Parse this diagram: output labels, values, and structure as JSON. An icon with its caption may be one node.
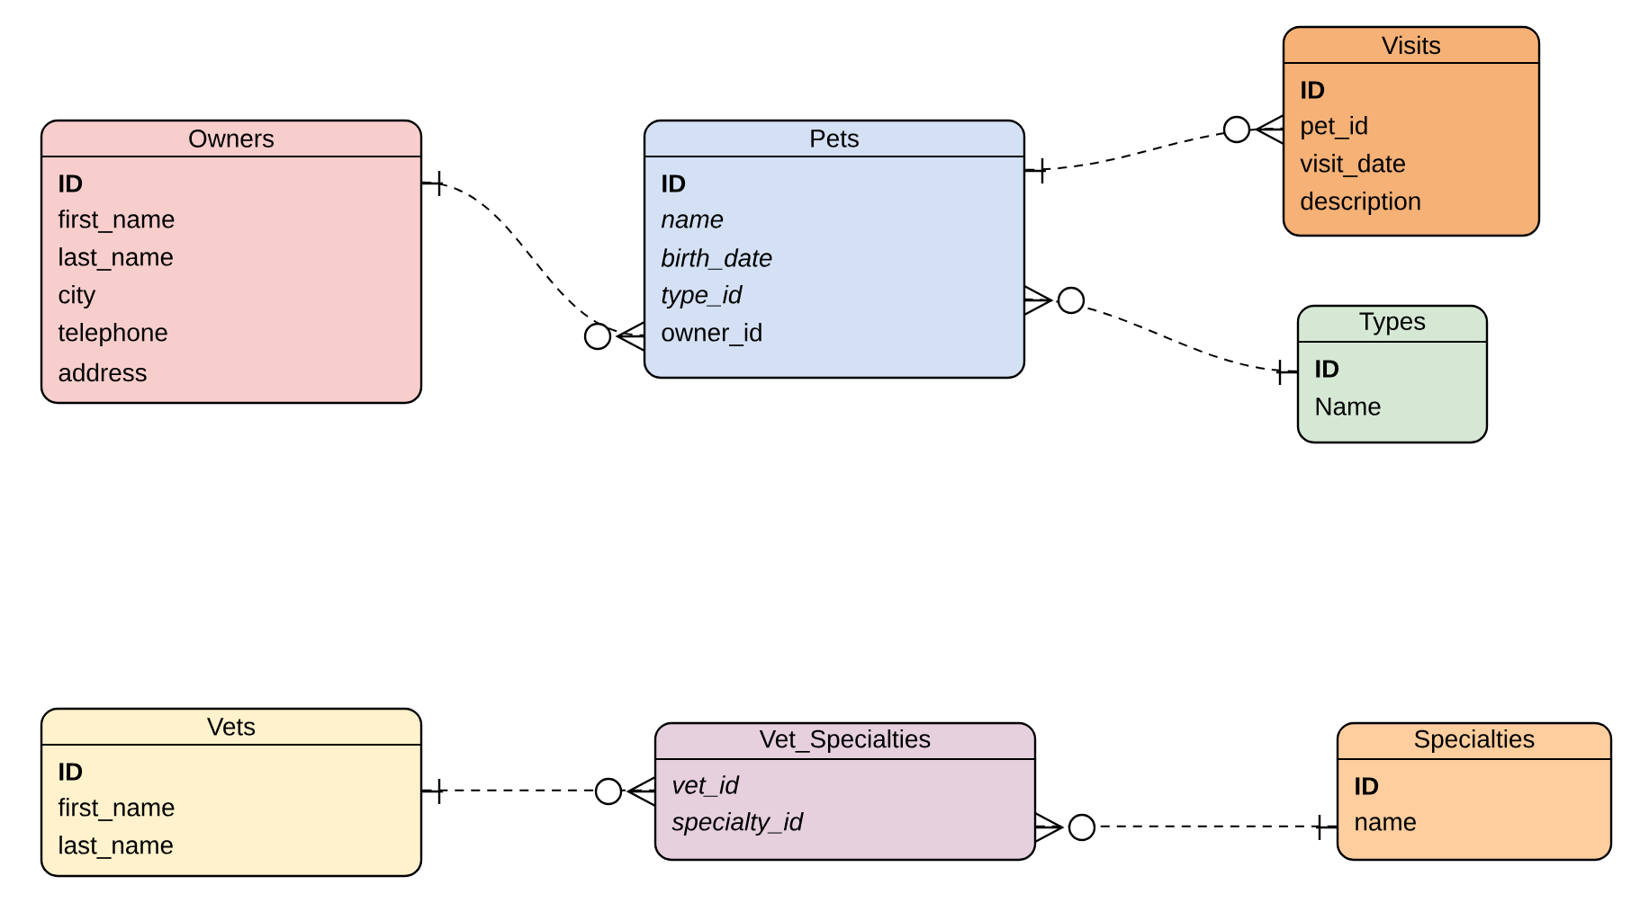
{
  "diagram": {
    "nodes": [
      {
        "text": [
          "Owners",
          "**ID**",
          "first_name",
          "last_name",
          "city",
          "telephone",
          "address"
        ]
      },
      {
        "text": [
          "Pets",
          "**ID**",
          "*name*",
          "*birth_date*",
          "*type_id*",
          "owner_id"
        ]
      },
      {
        "text": [
          "Visits",
          "**ID**",
          "pet_id",
          "visit_date",
          "description"
        ]
      },
      {
        "text": [
          "Types",
          "**ID**",
          "Name"
        ]
      },
      {
        "text": [
          "Vets",
          "**ID**",
          "first_name",
          "last_name"
        ]
      },
      {
        "text": [
          "Vet_Specialties",
          "*vet_id*",
          "*specialty_id*"
        ]
      },
      {
        "text": [
          "Specialties",
          "**ID**",
          "name"
        ]
      }
    ],
    "edges": [
      {
        "from": 0,
        "to": 1,
        "arrow": "other",
        "style": "dashed"
      },
      {
        "from": 1,
        "to": 2,
        "arrow": "other",
        "style": "dashed"
      },
      {
        "from": 3,
        "to": 1,
        "arrow": "other",
        "style": "dashed"
      },
      {
        "from": 4,
        "to": 5,
        "arrow": "other",
        "style": "dashed"
      },
      {
        "from": 6,
        "to": 5,
        "arrow": "other",
        "style": "dashed"
      }
    ]
  }
}
